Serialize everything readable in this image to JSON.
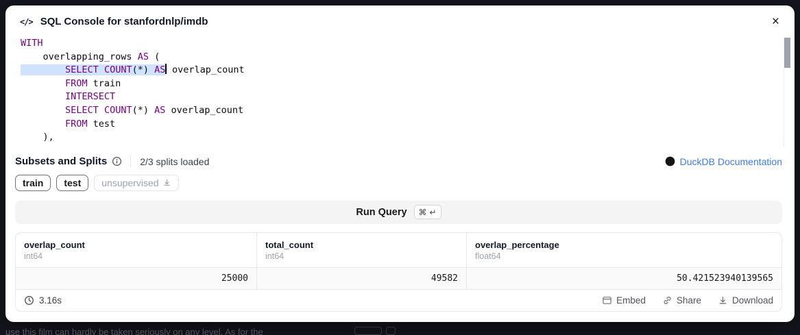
{
  "background": {
    "bottom_text": "use this film can hardly be taken seriously on any level. As for the"
  },
  "header": {
    "code_icon": "</>",
    "title": "SQL Console for stanfordnlp/imdb",
    "close": "×"
  },
  "editor": {
    "l1": {
      "kw": "WITH"
    },
    "l2": {
      "ws": "    ",
      "id": "overlapping_rows ",
      "kw": "AS",
      "p": " ("
    },
    "l3": {
      "ws": "        ",
      "kw1": "SELECT ",
      "kw2": "COUNT",
      "p1": "(*)",
      "kw3": " AS",
      "id": " overlap_count"
    },
    "l4": {
      "ws": "        ",
      "kw": "FROM",
      "id": " train"
    },
    "l5": {
      "ws": "        ",
      "kw": "INTERSECT"
    },
    "l6": {
      "ws": "        ",
      "kw1": "SELECT ",
      "kw2": "COUNT",
      "p1": "(*)",
      "kw3": " AS",
      "id": " overlap_count"
    },
    "l7": {
      "ws": "        ",
      "kw": "FROM",
      "id": " test"
    },
    "l8": {
      "p": "    ),"
    }
  },
  "subsets": {
    "title": "Subsets and Splits",
    "status": "2/3 splits loaded",
    "doc_link_label": "DuckDB Documentation",
    "splits": [
      {
        "label": "train"
      },
      {
        "label": "test"
      },
      {
        "label": "unsupervised"
      }
    ]
  },
  "run": {
    "label": "Run Query",
    "shortcut_cmd": "⌘",
    "shortcut_enter": "↵"
  },
  "results": {
    "columns": [
      {
        "name": "overlap_count",
        "type": "int64"
      },
      {
        "name": "total_count",
        "type": "int64"
      },
      {
        "name": "overlap_percentage",
        "type": "float64"
      }
    ],
    "row": {
      "overlap_count": "25000",
      "total_count": "49582",
      "overlap_percentage": "50.421523940139565"
    }
  },
  "footer": {
    "duration": "3.16s",
    "embed_label": "Embed",
    "share_label": "Share",
    "download_label": "Download"
  }
}
